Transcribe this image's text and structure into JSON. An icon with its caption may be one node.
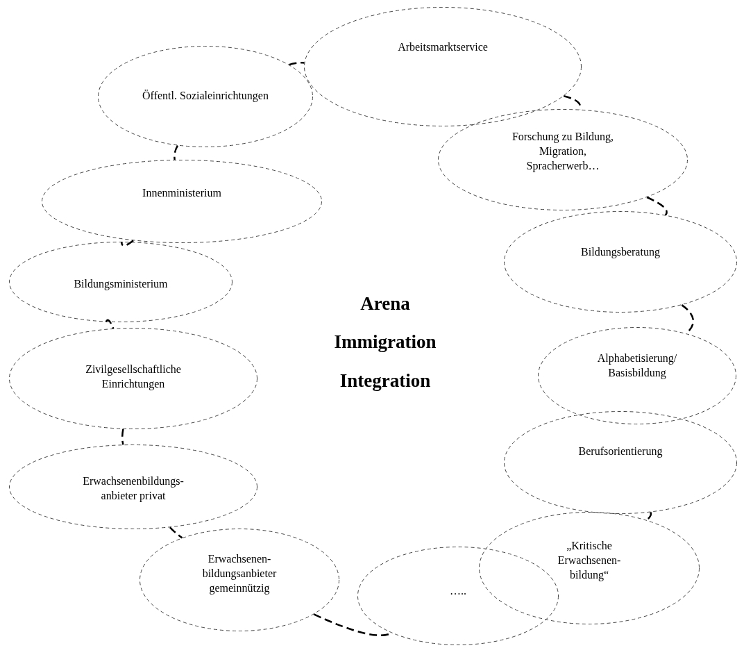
{
  "diagram": {
    "nodes": [
      {
        "text": [
          "Arbeitsmarktservice"
        ]
      },
      {
        "text": [
          "Öffentl. Sozialeinrichtungen"
        ]
      },
      {
        "text": [
          "Forschung zu Bildung, Migration, Spracherwerb…"
        ]
      },
      {
        "text": [
          "Innenministerium"
        ]
      },
      {
        "text": [
          "Bildungsberatung"
        ]
      },
      {
        "text": [
          "Bildungsministerium"
        ]
      },
      {
        "text": [
          "Zivilgesellschaftliche Einrichtungen"
        ]
      },
      {
        "text": [
          "Alphabetisierung/ Basisbildung"
        ]
      },
      {
        "text": [
          "Erwachsenenbildungs- anbieter privat"
        ]
      },
      {
        "text": [
          "Berufsorientierung"
        ]
      },
      {
        "text": [
          "Erwachsenen- bildungsanbieter gemeinnützig"
        ]
      },
      {
        "text": [
          "„Kritische Erwachsenen- bildung“"
        ]
      },
      {
        "text": [
          "….."
        ]
      }
    ],
    "edges": [
      {
        "from": 1,
        "to": 0,
        "arrow": "none"
      },
      {
        "from": 0,
        "to": 2,
        "arrow": "none"
      },
      {
        "from": 2,
        "to": 4,
        "arrow": "none"
      },
      {
        "from": 4,
        "to": 7,
        "arrow": "none"
      },
      {
        "from": 9,
        "to": 11,
        "arrow": "none"
      },
      {
        "from": 1,
        "to": 3,
        "arrow": "none"
      },
      {
        "from": 3,
        "to": 5,
        "arrow": "none"
      },
      {
        "from": 5,
        "to": 6,
        "arrow": "none"
      },
      {
        "from": 6,
        "to": 8,
        "arrow": "none"
      },
      {
        "from": 8,
        "to": 10,
        "arrow": "none"
      },
      {
        "from": 10,
        "to": 12,
        "arrow": "none"
      }
    ],
    "labels": [
      "Arena Immigration Integration"
    ]
  }
}
